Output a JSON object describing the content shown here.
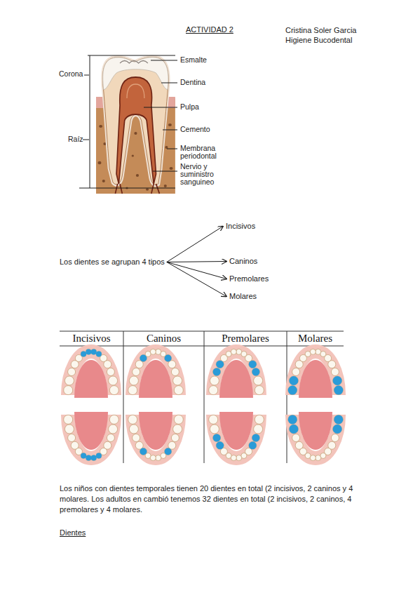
{
  "diagram": {
    "title": "ACTIVIDAD 2",
    "nodes": [
      {
        "text": [
          "Los dientes se agrupan 4 tipos"
        ]
      },
      {
        "text": [
          "Incisivos"
        ]
      },
      {
        "text": [
          "Caninos"
        ]
      },
      {
        "text": [
          "Premolares"
        ]
      },
      {
        "text": [
          "Molares"
        ]
      }
    ],
    "edges": [
      {
        "from": 0,
        "to": 1,
        "arrow": "to"
      },
      {
        "from": 0,
        "to": 2,
        "arrow": "to"
      },
      {
        "from": 0,
        "to": 3,
        "arrow": "to"
      },
      {
        "from": 0,
        "to": 4,
        "arrow": "to"
      }
    ],
    "labels": [
      "Cristina Soler Garcia",
      "Higiene Bucodental",
      "Corona",
      "Raíz",
      "Esmalte",
      "Dentina",
      "Pulpa",
      "Cemento",
      "Membrana periodontal",
      "Nervio y suministro sanguineo",
      "Incisivos",
      "Caninos",
      "Premolares",
      "Molares",
      "Los niños con dientes temporales tienen 20 dientes en total (2 incisivos, 2 caninos y 4 molares. Los adultos en cambió tenemos 32 dientes en total (2 incisivos, 2 caninos, 4 premolares y 4 molares.",
      "Dientes"
    ]
  }
}
